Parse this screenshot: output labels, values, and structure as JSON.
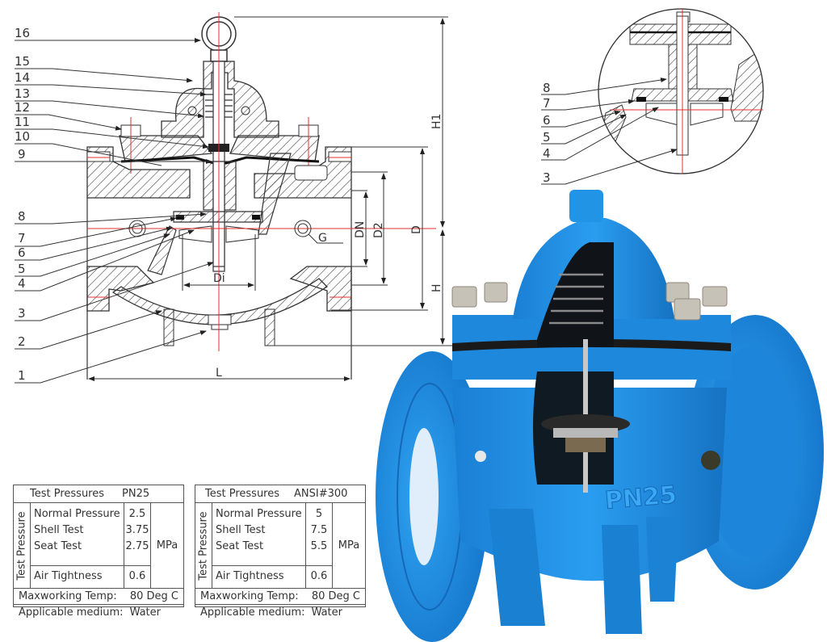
{
  "main_drawing": {
    "part_numbers": [
      "16",
      "15",
      "14",
      "13",
      "12",
      "11",
      "10",
      "9",
      "8",
      "7",
      "6",
      "5",
      "4",
      "3",
      "2",
      "1"
    ],
    "dimensions": {
      "h1": "H1",
      "h": "H",
      "d": "D",
      "d2": "D2",
      "dn": "DN",
      "di": "Di",
      "l": "L",
      "g": "G"
    }
  },
  "detail_view": {
    "part_numbers": [
      "8",
      "7",
      "6",
      "5",
      "4",
      "3"
    ]
  },
  "photo": {
    "description": "Blue cutaway pressure reducing valve",
    "body_color": "#1e8fe0",
    "casting_marks": [
      "PN25"
    ]
  },
  "table_pn25": {
    "header_left": "Test Pressures",
    "header_right": "PN25",
    "side_label": "Test Pressure",
    "rows": [
      {
        "name": "Normal Pressure",
        "value": "2.5"
      },
      {
        "name": "Shell Test",
        "value": "3.75"
      },
      {
        "name": "Seat Test",
        "value": "2.75"
      }
    ],
    "air_tightness": {
      "name": "Air Tightness",
      "value": "0.6"
    },
    "unit": "MPa",
    "max_temp_label": "Maxworking Temp:",
    "max_temp_value": "80 Deg C",
    "medium_label": "Applicable medium:",
    "medium_value": "Water"
  },
  "table_ansi300": {
    "header_left": "Test Pressures",
    "header_right": "ANSI#300",
    "side_label": "Test Pressure",
    "rows": [
      {
        "name": "Normal Pressure",
        "value": "5"
      },
      {
        "name": "Shell Test",
        "value": "7.5"
      },
      {
        "name": "Seat Test",
        "value": "5.5"
      }
    ],
    "air_tightness": {
      "name": "Air Tightness",
      "value": "0.6"
    },
    "unit": "MPa",
    "max_temp_label": "Maxworking Temp:",
    "max_temp_value": "80 Deg C",
    "medium_label": "Applicable medium:",
    "medium_value": "Water"
  }
}
